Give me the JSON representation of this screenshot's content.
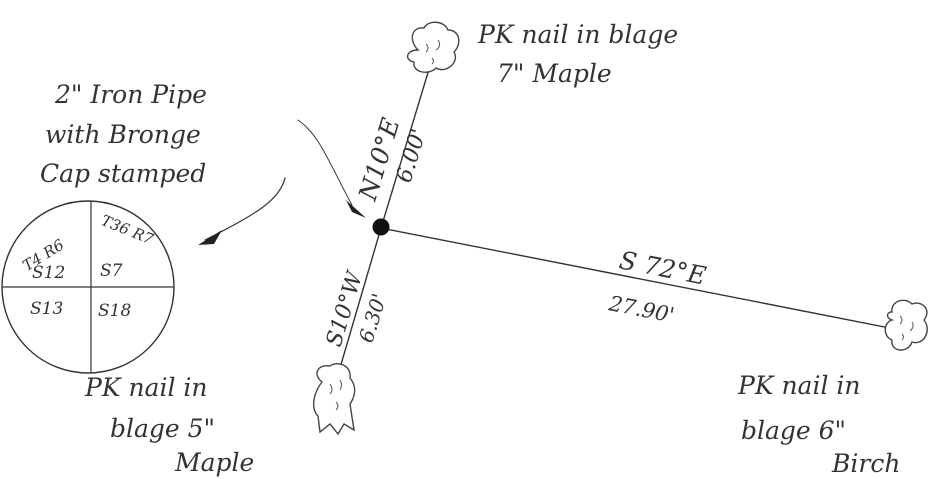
{
  "pipe_note": {
    "line1": "2\" Iron Pipe",
    "line2": "with Bronge",
    "line3": "Cap stamped"
  },
  "stamp": {
    "top_left": "T4 R6",
    "top_right": "T36 R7",
    "mid_left": "S12",
    "mid_right": "S7",
    "bottom_left": "S13",
    "bottom_right": "S18"
  },
  "tie_north": {
    "bearing": "N10°E",
    "distance": "6.00'",
    "tree_line1": "PK nail in blage",
    "tree_line2": "7\" Maple"
  },
  "tie_south": {
    "bearing": "S10°W",
    "distance": "6.30'",
    "tree_line1": "PK nail in",
    "tree_line2": "blage 5\"",
    "tree_line3": "Maple"
  },
  "tie_east": {
    "bearing": "S 72°E",
    "distance": "27.90'",
    "tree_line1": "PK nail in",
    "tree_line2": "blage 6\"",
    "tree_line3": "Birch"
  }
}
